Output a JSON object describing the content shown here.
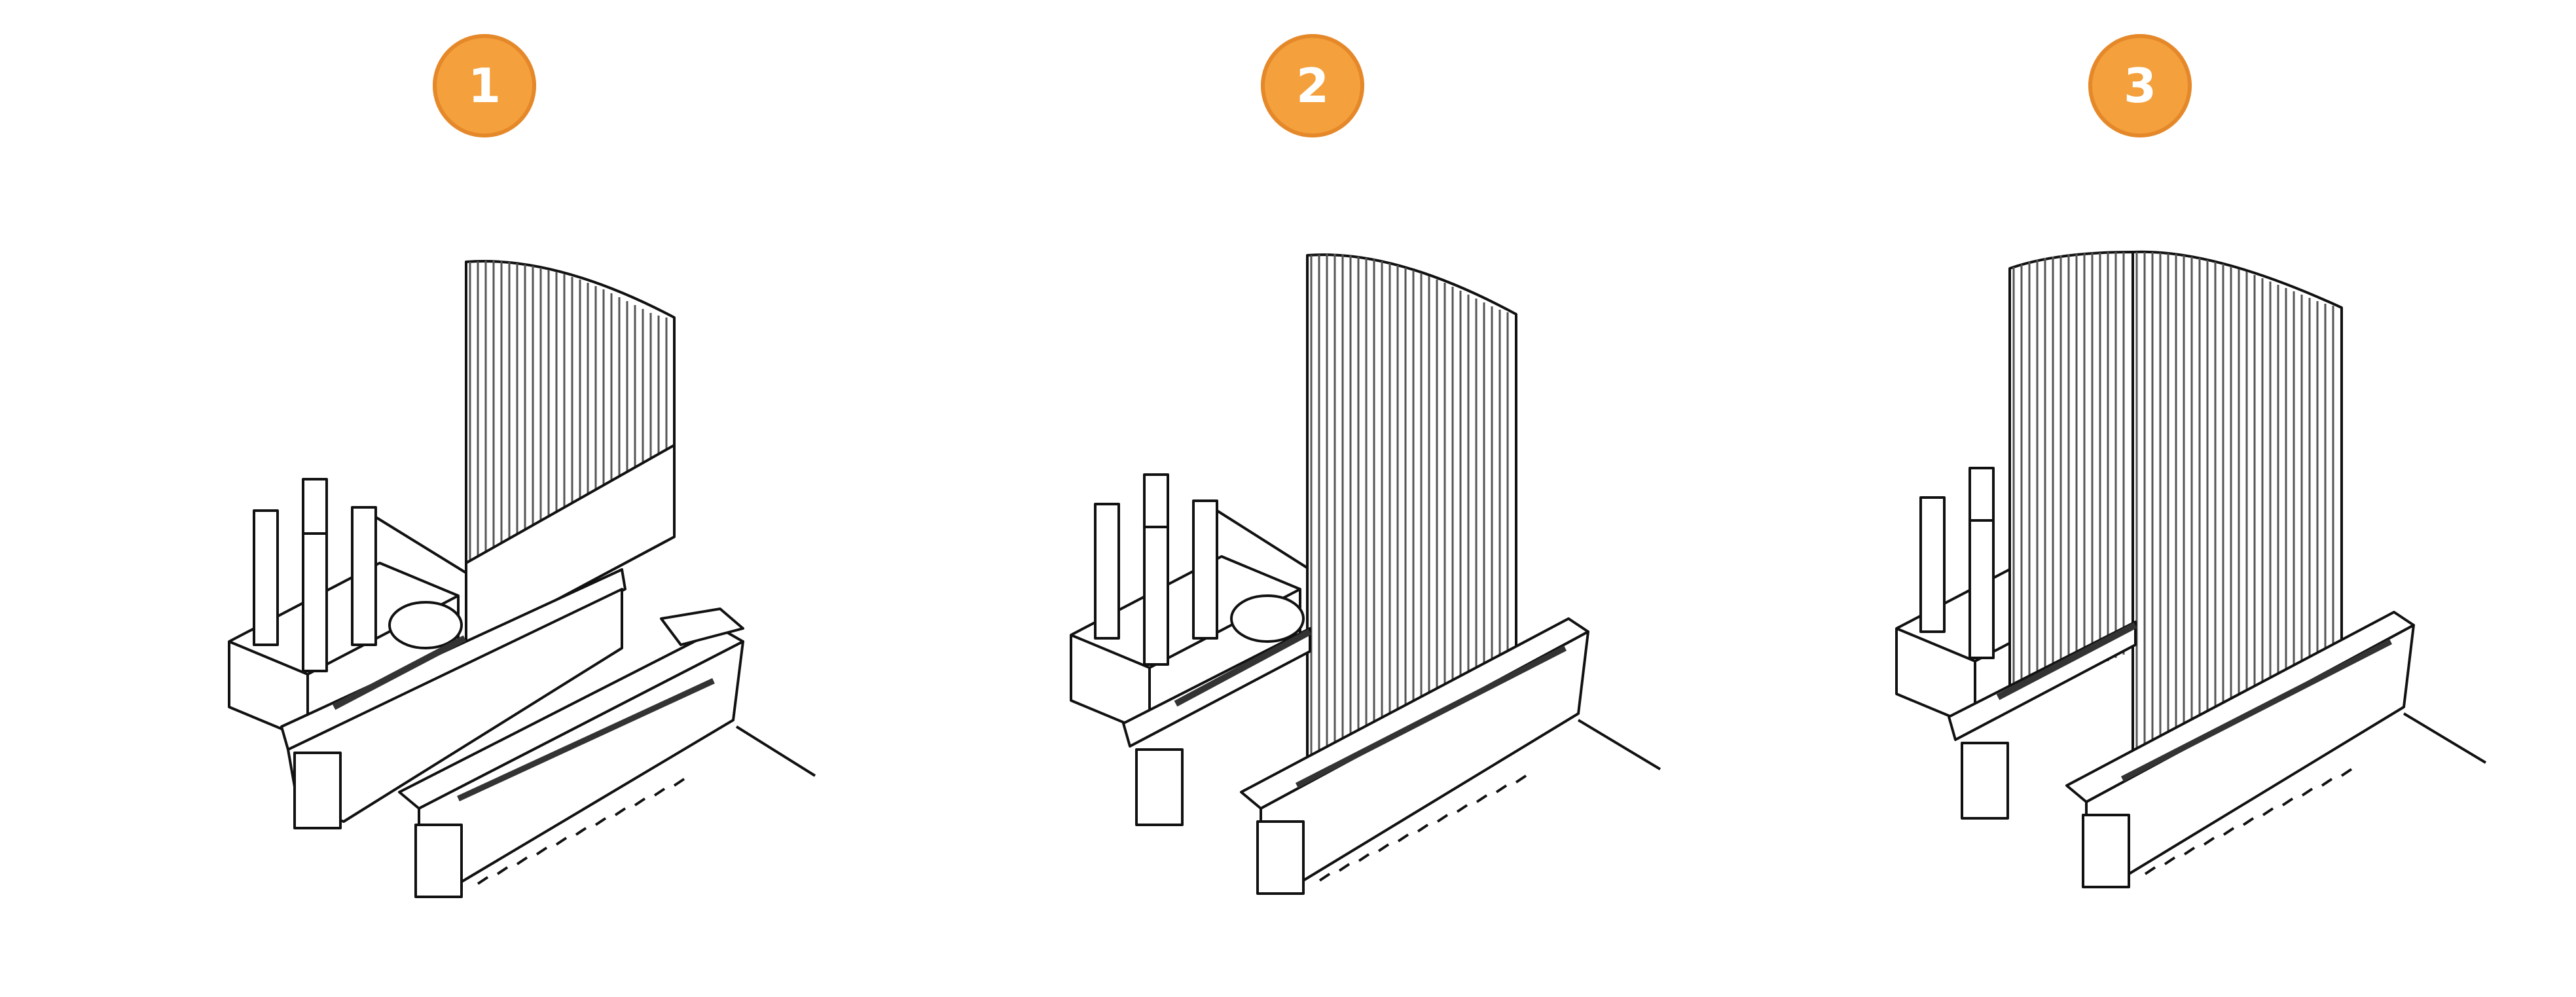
{
  "steps": [
    {
      "number": "1"
    },
    {
      "number": "2"
    },
    {
      "number": "3"
    }
  ],
  "colors": {
    "badge_fill": "#f3a03d",
    "badge_ring": "#e5882a",
    "line": "#111111",
    "cable": "#777777"
  }
}
